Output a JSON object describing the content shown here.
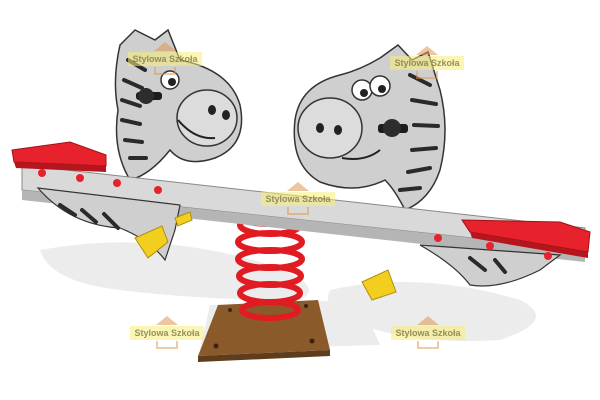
{
  "scene": {
    "subject": "zebra-spring-seesaw",
    "colors": {
      "background": "#ffffff",
      "beam": "#d9d9d9",
      "beam_shadow": "#b5b5b5",
      "seat": "#e8222c",
      "spring": "#e11b22",
      "handle": "#f2cf1f",
      "zebra_body": "#cfcfcf",
      "stripes": "#2a2a2a",
      "base_plate": "#8a5a2b",
      "ground_shadow": "#e6e6e6"
    }
  },
  "watermarks": [
    {
      "text": "Stylowa Szkoła"
    },
    {
      "text": "Stylowa Szkoła"
    },
    {
      "text": "Stylowa Szkoła"
    },
    {
      "text": "Stylowa Szkoła"
    },
    {
      "text": "Stylowa Szkoła"
    }
  ]
}
